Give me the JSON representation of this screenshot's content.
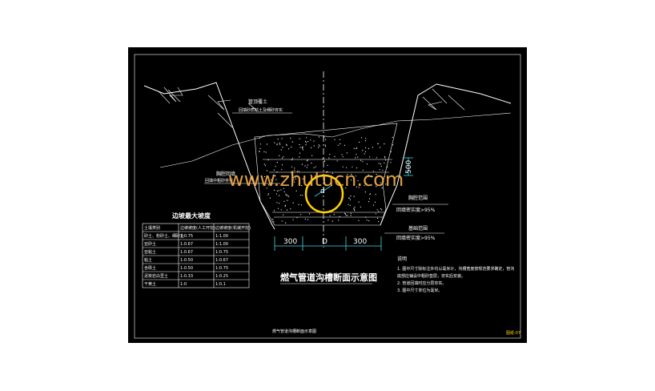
{
  "title": "燃气管道沟槽断面示意图",
  "labels": {
    "cover_top": "管顶覆土",
    "cover_top_note": "回填砂质粘土及细砂夯实",
    "pipe_zone": "胸腔回填",
    "pipe_zone_note": "回填中粗砂夯实",
    "right_zone": "胸腔范围",
    "right_zone_compaction": "回填密实度>95%",
    "base_zone": "基础范围",
    "base_zone_compaction": "回填密实度>95%",
    "pipe_diameter": "d",
    "dim_left": "300",
    "dim_center": "D",
    "dim_right": "300",
    "dim_vertical": "500"
  },
  "watermark": "www.zhutucn.com",
  "table": {
    "title": "边坡最大坡度",
    "headers": [
      "土壤类别",
      "边坡坡度(人工开挖)",
      "边坡坡度(机械开挖)"
    ],
    "rows": [
      [
        "砂土、粉砂土、细砂土",
        "1:0.75",
        "1:1.00"
      ],
      [
        "亚砂土",
        "1:0.67",
        "1:1.00"
      ],
      [
        "亚粘土",
        "1:0.67",
        "1:0.75"
      ],
      [
        "粘土",
        "1:0.50",
        "1:0.67"
      ],
      [
        "含砾土",
        "1:0.50",
        "1:0.75"
      ],
      [
        "泥炭岩白垩土",
        "1:0.33",
        "1:0.25"
      ],
      [
        "干黄土",
        "1:0",
        "1:0.1"
      ]
    ]
  },
  "notes": {
    "heading": "说明",
    "items": [
      "1. 图中尺寸除标注外均以毫米计，沟槽宽度按规范要求确定，管沟",
      "   底部应铺设中粗砂垫层，夯实后安装。",
      "2. 管道回填时应分层夯实。",
      "3. 图中尺寸单位为毫米。"
    ]
  },
  "footer": "燃气管道沟槽断面示意图",
  "sheet_code": "图纸-07",
  "colors": {
    "background": "#000000",
    "lines": "#ffffff",
    "pipe": "#ffd200",
    "dimension": "#3fd8e8",
    "watermark": "#f7b24a",
    "sheet_code": "#ffd200"
  }
}
